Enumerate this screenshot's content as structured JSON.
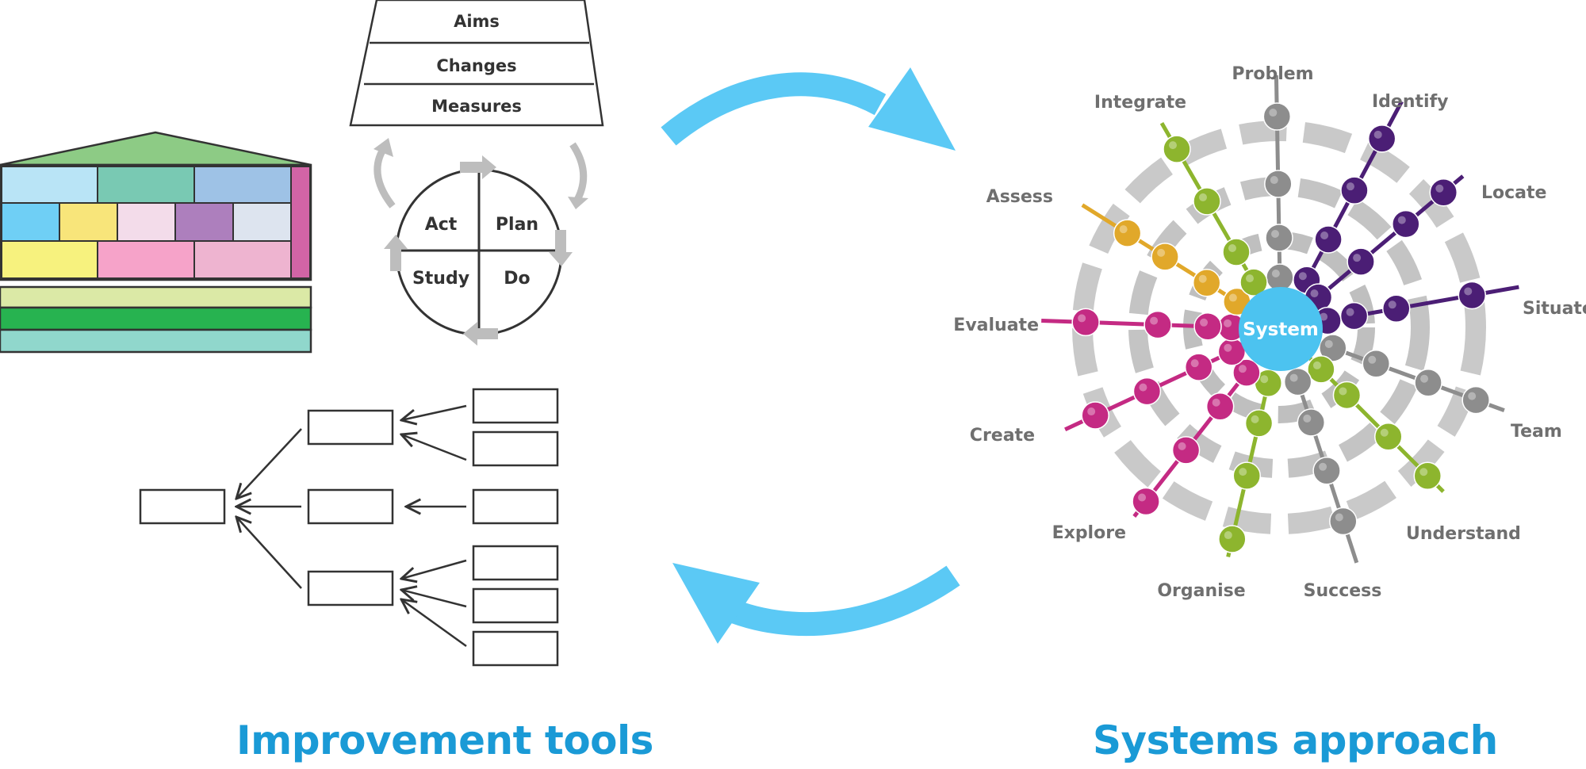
{
  "colors": {
    "caption": "#1a9ad6",
    "cycle_arrow": "#5bc9f5",
    "line_dark": "#333333",
    "grey_arrow": "#bdbdbd",
    "label_grey": "#6f6f6f",
    "system_center": "#4cc3f0",
    "spoke_purple": "#4b1e75",
    "spoke_grey": "#8d8d8d",
    "spoke_green": "#8db52e",
    "spoke_pink": "#c42a83",
    "spoke_yellow": "#e1a82a",
    "house_roof": "#8dcb85"
  },
  "driver_stack": {
    "items": [
      "Aims",
      "Changes",
      "Measures"
    ]
  },
  "pdsa": {
    "act": "Act",
    "plan": "Plan",
    "study": "Study",
    "do": "Do"
  },
  "house": {
    "roof_color": "#8dcb85",
    "pillar_color": "#d264a6",
    "row1_colors": [
      "#b9e4f6",
      "#79c9b3",
      "#9ec2e6"
    ],
    "row2_colors": [
      "#6fcff5",
      "#f8e57a",
      "#f3dcea",
      "#ad7fbd",
      "#dde4ef"
    ],
    "row3_colors": [
      "#f7f27e",
      "#f6a3c9",
      "#eeb4d0"
    ],
    "bands_colors": [
      "#dbe9a6",
      "#27b350",
      "#90d7cc"
    ]
  },
  "system": {
    "center_label": "System",
    "spokes": [
      {
        "name": "Problem",
        "color": "#8d8d8d",
        "icon": "grey-sphere"
      },
      {
        "name": "Identify",
        "color": "#4b1e75",
        "icon": "purple-sphere"
      },
      {
        "name": "Locate",
        "color": "#4b1e75",
        "icon": "purple-sphere"
      },
      {
        "name": "Situate",
        "color": "#4b1e75",
        "icon": "purple-sphere"
      },
      {
        "name": "Team",
        "color": "#8d8d8d",
        "icon": "grey-sphere"
      },
      {
        "name": "Understand",
        "color": "#8db52e",
        "icon": "green-sphere"
      },
      {
        "name": "Success",
        "color": "#8d8d8d",
        "icon": "grey-sphere"
      },
      {
        "name": "Organise",
        "color": "#8db52e",
        "icon": "green-sphere"
      },
      {
        "name": "Explore",
        "color": "#c42a83",
        "icon": "pink-sphere"
      },
      {
        "name": "Create",
        "color": "#c42a83",
        "icon": "pink-sphere"
      },
      {
        "name": "Evaluate",
        "color": "#c42a83",
        "icon": "pink-sphere"
      },
      {
        "name": "Assess",
        "color": "#e1a82a",
        "icon": "yellow-sphere"
      },
      {
        "name": "Integrate",
        "color": "#8db52e",
        "icon": "green-sphere"
      }
    ]
  },
  "captions": {
    "left": "Improvement tools",
    "right": "Systems approach"
  },
  "icons": {
    "cycle_top": "curved-arrow-right-icon",
    "cycle_bottom": "curved-arrow-left-icon"
  }
}
